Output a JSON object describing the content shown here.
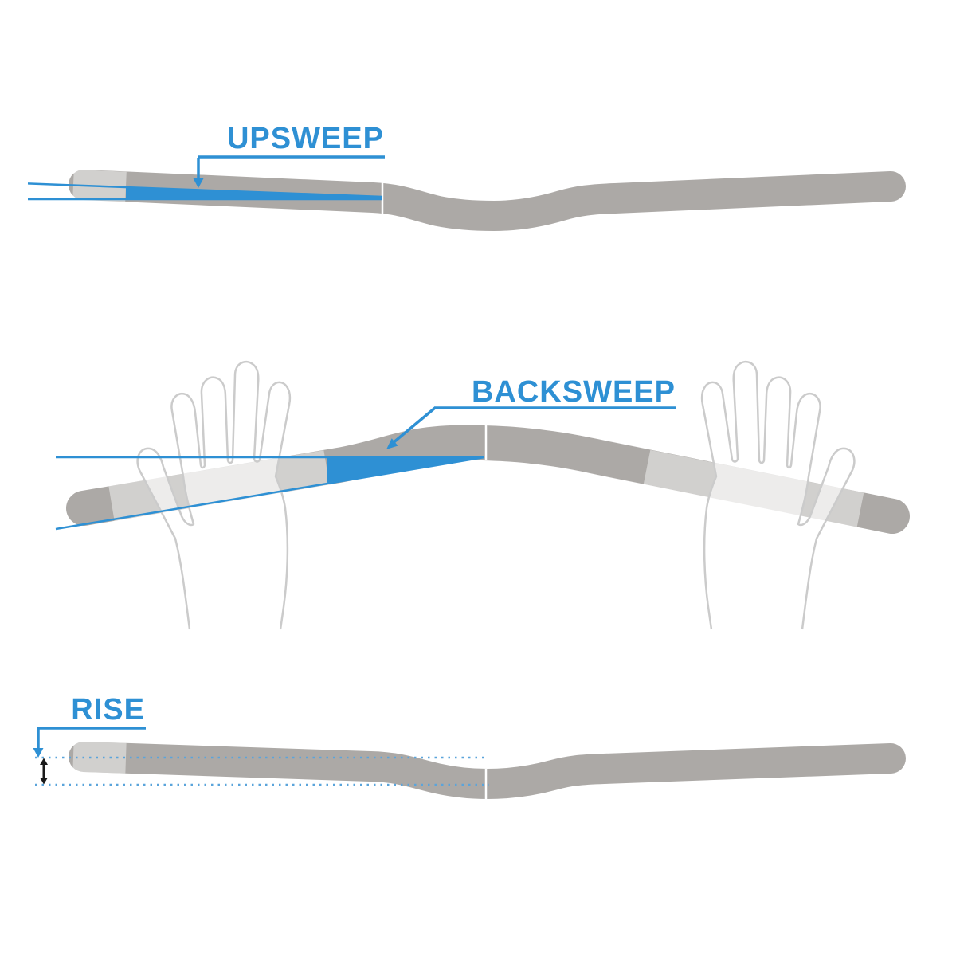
{
  "diagram": {
    "subject": "handlebar-geometry",
    "labels": {
      "upsweep": "UPSWEEP",
      "backsweep": "BACKSWEEP",
      "rise": "RISE"
    },
    "colors": {
      "accent_blue": "#2E90D4",
      "dotted_line_blue": "#5AA4DB",
      "bar_gray": "#ACA9A6",
      "grip_highlight": "rgba(255,255,255,0.45)",
      "hand_outline_gray": "#CBCBCB",
      "rise_marker_black": "#1A1A1A",
      "background": "#FFFFFF"
    },
    "icons": {
      "upsweep_pointer": "arrow-down-icon",
      "backsweep_pointer": "arrow-diagonal-icon",
      "rise_pointer": "arrow-down-icon",
      "rise_extent_marker": "double-headed-arrow-icon"
    }
  }
}
